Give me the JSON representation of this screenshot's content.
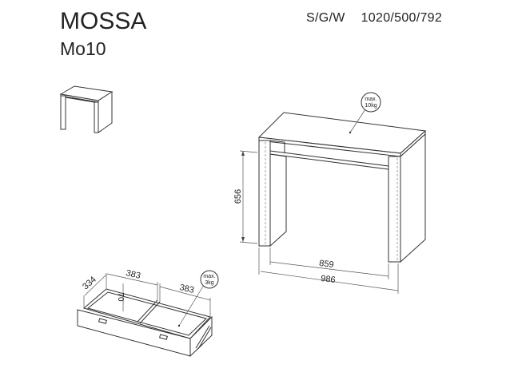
{
  "header": {
    "product_name": "MOSSA",
    "model_code": "Mo10",
    "dimensions_label": "S/G/W",
    "dimensions_value": "1020/500/792"
  },
  "desk_drawing": {
    "height_dimension": "656",
    "inner_width_dimension": "859",
    "outer_width_dimension": "986",
    "load_badge_line1": "max.",
    "load_badge_line2": "10kg"
  },
  "drawer_drawing": {
    "depth_dimension": "334",
    "compartment_left_width": "383",
    "compartment_right_width": "383",
    "height_dimension": "70",
    "load_badge_line1": "max.",
    "load_badge_line2": "3kg"
  }
}
